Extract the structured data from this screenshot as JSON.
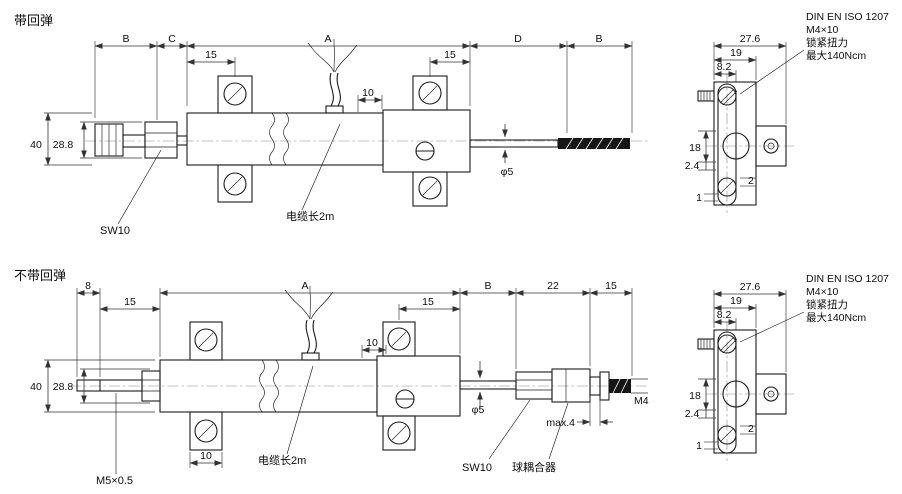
{
  "spring_view": {
    "title": "带回弹",
    "dims": {
      "b_left": "B",
      "c": "C",
      "a": "A",
      "d": "D",
      "b_right": "B",
      "n15_left": "15",
      "n15_right": "15",
      "n10": "10",
      "n40": "40",
      "n28_8": "28.8",
      "phi5": "φ5"
    },
    "labels": {
      "sw10": "SW10",
      "cable": "电缆长2m"
    }
  },
  "spring_end_view": {
    "note": [
      "DIN EN ISO 1207",
      "M4×10",
      "锁紧扭力",
      "最大140Ncm"
    ],
    "dims": {
      "n27_6": "27.6",
      "n19": "19",
      "n8_2": "8.2",
      "n18": "18",
      "n2_4": "2.4",
      "n1": "1",
      "n2": "2"
    }
  },
  "plain_view": {
    "title": "不带回弹",
    "dims": {
      "n8": "8",
      "n15_inner_left": "15",
      "a": "A",
      "b": "B",
      "n22": "22",
      "n15_end": "15",
      "n15_inner_right": "15",
      "n10_top": "10",
      "n10_bottom": "10",
      "n40": "40",
      "n28_8": "28.8",
      "phi5": "φ5",
      "m4": "M4",
      "max4": "max.4"
    },
    "labels": {
      "m5": "M5×0.5",
      "sw10": "SW10",
      "cable": "电缆长2m",
      "coupler": "球耦合器"
    }
  },
  "plain_end_view": {
    "note": [
      "DIN EN ISO 1207",
      "M4×10",
      "锁紧扭力",
      "最大140Ncm"
    ],
    "dims": {
      "n27_6": "27.6",
      "n19": "19",
      "n8_2": "8.2",
      "n18": "18",
      "n2_4": "2.4",
      "n1": "1",
      "n2": "2"
    }
  }
}
